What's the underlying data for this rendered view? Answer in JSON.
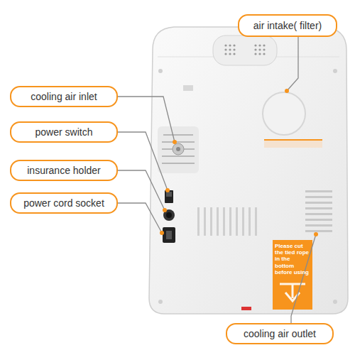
{
  "diagram": {
    "nodes": [
      {
        "text": [
          "air intake( filter)"
        ]
      },
      {
        "text": [
          "cooling air inlet"
        ]
      },
      {
        "text": [
          "power switch"
        ]
      },
      {
        "text": [
          "insurance holder"
        ]
      },
      {
        "text": [
          "power cord socket"
        ]
      },
      {
        "text": [
          "cooling air outlet"
        ]
      }
    ],
    "labels": [
      "Please cut the tied rope in the bottom before using"
    ]
  }
}
